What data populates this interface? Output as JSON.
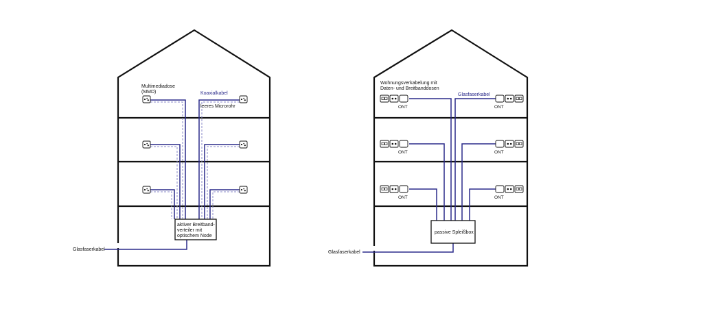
{
  "colors": {
    "outline": "#111111",
    "fiber": "#2a2a8a",
    "microtube": "#8a8ac8",
    "background": "#ffffff"
  },
  "left_diagram": {
    "mmd_label_line1": "Multimediadose",
    "mmd_label_line2": "(MMD)",
    "coax_label": "Koaxialkabel",
    "microtube_label": "leeres Microrohr",
    "distributor_line1": "aktiver Breitband-",
    "distributor_line2": "verteiler mit",
    "distributor_line3": "optischem Node",
    "fiber_label": "Glasfaserkabel",
    "socket_icon": "multimedia-socket-icon"
  },
  "right_diagram": {
    "wiring_label_line1": "Wohnungsverkabelung mit",
    "wiring_label_line2": "Daten- und Breitbanddosen",
    "fiber_top_label": "Glasfaserkabel",
    "ont_label": "ONT",
    "splice_label": "passive Spleißbox",
    "fiber_label": "Glasfaserkabel",
    "socket_icons": [
      "data-socket-icon",
      "broadband-socket-icon",
      "ont-device-icon"
    ]
  }
}
